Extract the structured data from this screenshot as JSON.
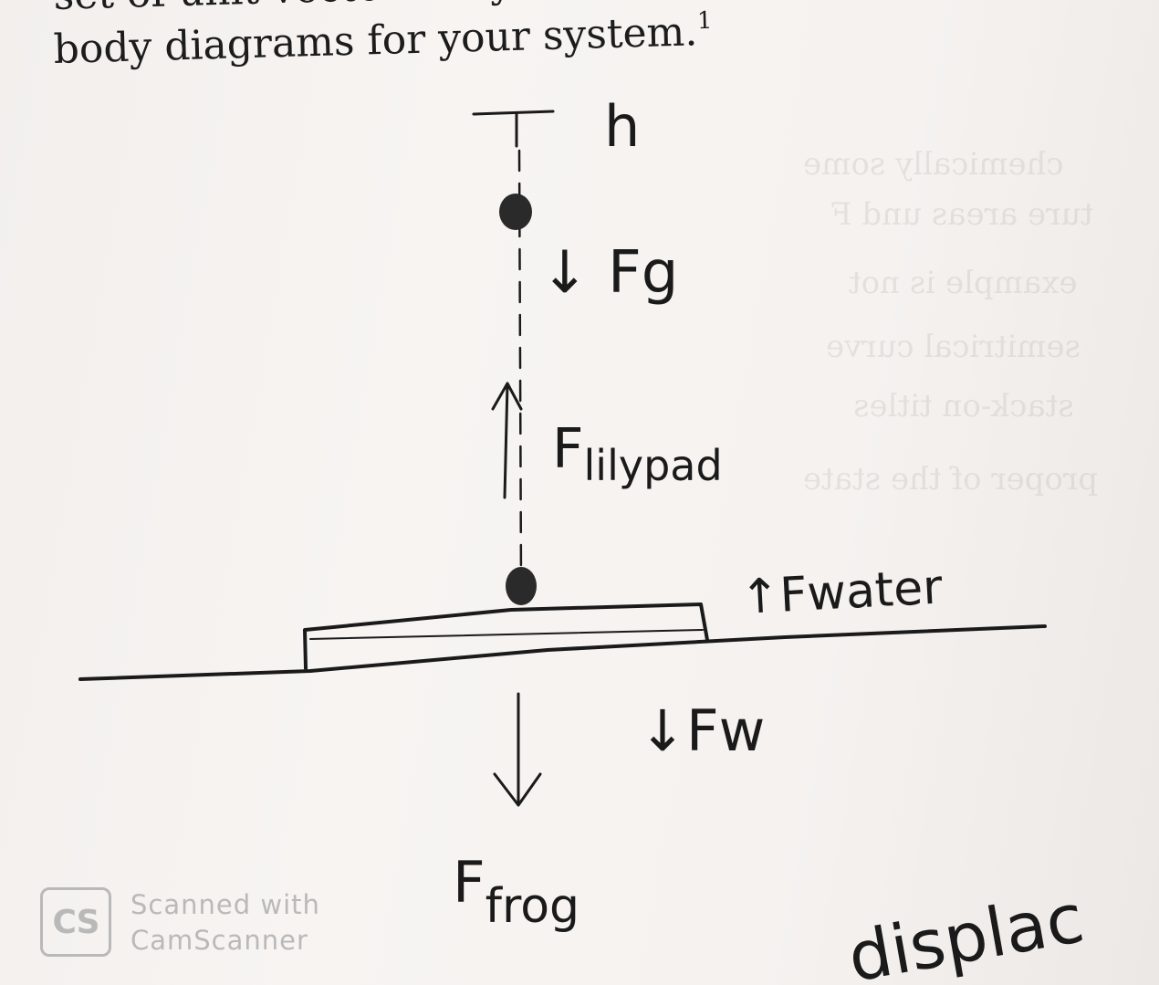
{
  "printed_text": {
    "partial_line": "set of unit vectors. If y",
    "line": "body diagrams for your system.",
    "footnote": "1"
  },
  "labels": {
    "height": "h",
    "gravity": "↓ Fg",
    "lilypad_prefix": "F",
    "lilypad_sub": "lilypad",
    "water_up": "↑Fwater",
    "water_down": "↓Fw",
    "frog_prefix": "F",
    "frog_sub": "frog",
    "bottom_right_scrawl": "displac"
  },
  "watermark": {
    "logo": "CS",
    "line1": "Scanned with",
    "line2": "CamScanner"
  },
  "colors": {
    "ink": "#1a1a1a",
    "paper": "#f6f3f1",
    "watermark": "#b9b9b9"
  }
}
